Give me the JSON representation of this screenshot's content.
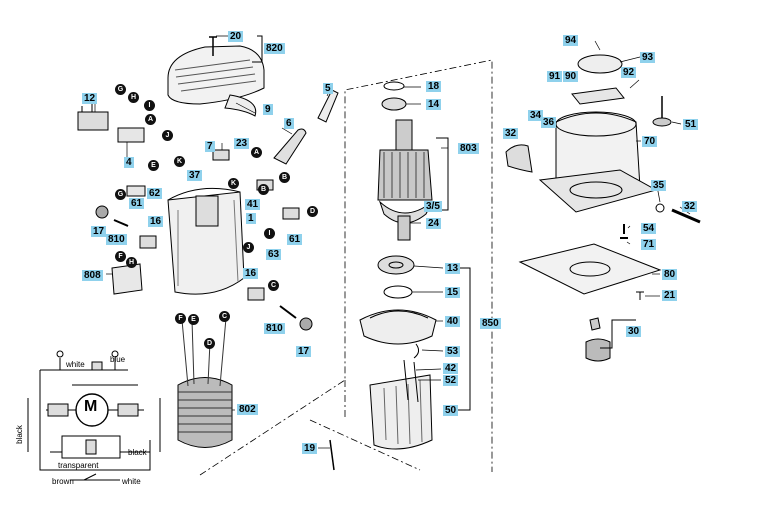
{
  "part_labels": [
    {
      "id": "p20",
      "text": "20"
    },
    {
      "id": "p820",
      "text": "820"
    },
    {
      "id": "p9",
      "text": "9"
    },
    {
      "id": "p12",
      "text": "12"
    },
    {
      "id": "p4",
      "text": "4"
    },
    {
      "id": "p23",
      "text": "23"
    },
    {
      "id": "p7",
      "text": "7"
    },
    {
      "id": "p6",
      "text": "6"
    },
    {
      "id": "p5",
      "text": "5"
    },
    {
      "id": "p37",
      "text": "37"
    },
    {
      "id": "p62",
      "text": "62"
    },
    {
      "id": "p41",
      "text": "41"
    },
    {
      "id": "p61a",
      "text": "61"
    },
    {
      "id": "p16a",
      "text": "16"
    },
    {
      "id": "p1",
      "text": "1"
    },
    {
      "id": "p17a",
      "text": "17"
    },
    {
      "id": "p810a",
      "text": "810"
    },
    {
      "id": "p61b",
      "text": "61"
    },
    {
      "id": "p63",
      "text": "63"
    },
    {
      "id": "p808",
      "text": "808"
    },
    {
      "id": "p16b",
      "text": "16"
    },
    {
      "id": "p810b",
      "text": "810"
    },
    {
      "id": "p17b",
      "text": "17"
    },
    {
      "id": "p802",
      "text": "802"
    },
    {
      "id": "p19",
      "text": "19"
    },
    {
      "id": "p18",
      "text": "18"
    },
    {
      "id": "p14",
      "text": "14"
    },
    {
      "id": "p803",
      "text": "803"
    },
    {
      "id": "p35",
      "text": "3/5"
    },
    {
      "id": "p24",
      "text": "24"
    },
    {
      "id": "p13",
      "text": "13"
    },
    {
      "id": "p15",
      "text": "15"
    },
    {
      "id": "p40",
      "text": "40"
    },
    {
      "id": "p850",
      "text": "850"
    },
    {
      "id": "p53",
      "text": "53"
    },
    {
      "id": "p42",
      "text": "42"
    },
    {
      "id": "p52",
      "text": "52"
    },
    {
      "id": "p50",
      "text": "50"
    },
    {
      "id": "p94",
      "text": "94"
    },
    {
      "id": "p93",
      "text": "93"
    },
    {
      "id": "p91",
      "text": "91"
    },
    {
      "id": "p90",
      "text": "90"
    },
    {
      "id": "p92",
      "text": "92"
    },
    {
      "id": "p34",
      "text": "34"
    },
    {
      "id": "p36",
      "text": "36"
    },
    {
      "id": "p32a",
      "text": "32"
    },
    {
      "id": "p51",
      "text": "51"
    },
    {
      "id": "p70",
      "text": "70"
    },
    {
      "id": "p35b",
      "text": "35"
    },
    {
      "id": "p32b",
      "text": "32"
    },
    {
      "id": "p54",
      "text": "54"
    },
    {
      "id": "p71",
      "text": "71"
    },
    {
      "id": "p80",
      "text": "80"
    },
    {
      "id": "p21",
      "text": "21"
    },
    {
      "id": "p30",
      "text": "30"
    }
  ],
  "connection_nodes": [
    {
      "id": "nG1",
      "text": "G"
    },
    {
      "id": "nH1",
      "text": "H"
    },
    {
      "id": "nI1",
      "text": "I"
    },
    {
      "id": "nA1",
      "text": "A"
    },
    {
      "id": "nJ1",
      "text": "J"
    },
    {
      "id": "nE1",
      "text": "E"
    },
    {
      "id": "nK1",
      "text": "K"
    },
    {
      "id": "nG2",
      "text": "G"
    },
    {
      "id": "nA2",
      "text": "A"
    },
    {
      "id": "nB1",
      "text": "B"
    },
    {
      "id": "nK2",
      "text": "K"
    },
    {
      "id": "nB2",
      "text": "B"
    },
    {
      "id": "nD1",
      "text": "D"
    },
    {
      "id": "nI2",
      "text": "I"
    },
    {
      "id": "nJ2",
      "text": "J"
    },
    {
      "id": "nF1",
      "text": "F"
    },
    {
      "id": "nH2",
      "text": "H"
    },
    {
      "id": "nC1",
      "text": "C"
    },
    {
      "id": "nF2",
      "text": "F"
    },
    {
      "id": "nE2",
      "text": "E"
    },
    {
      "id": "nC2",
      "text": "C"
    },
    {
      "id": "nD2",
      "text": "D"
    }
  ],
  "wiring_diagram": {
    "motor_symbol": "M",
    "wire_labels": [
      {
        "id": "w-white1",
        "text": "white"
      },
      {
        "id": "w-blue",
        "text": "blue"
      },
      {
        "id": "w-black1",
        "text": "black"
      },
      {
        "id": "w-transparent",
        "text": "transparent"
      },
      {
        "id": "w-black2",
        "text": "black"
      },
      {
        "id": "w-brown",
        "text": "brown"
      },
      {
        "id": "w-white2",
        "text": "white"
      }
    ]
  },
  "colors": {
    "tag_fill": "#8fd1ec",
    "line": "#000000",
    "node_fill": "#111111"
  }
}
